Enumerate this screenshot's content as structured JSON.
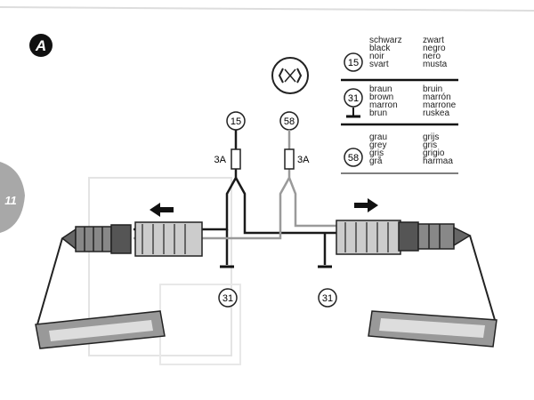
{
  "section_label": "A",
  "page_tab": "11",
  "terminals": {
    "t15": "15",
    "t58": "58",
    "ground_left": "31",
    "ground_right": "31"
  },
  "fuses": {
    "left": "3A",
    "right": "3A"
  },
  "legend": [
    {
      "terminal": "15",
      "col1": [
        "schwarz",
        "black",
        "noir",
        "svart"
      ],
      "col2": [
        "zwart",
        "negro",
        "nero",
        "musta"
      ]
    },
    {
      "terminal": "31",
      "col1": [
        "braun",
        "brown",
        "marron",
        "brun"
      ],
      "col2": [
        "bruin",
        "marrón",
        "marrone",
        "ruskea"
      ]
    },
    {
      "terminal": "58",
      "col1": [
        "grau",
        "grey",
        "gris",
        "grå"
      ],
      "col2": [
        "grijs",
        "gris",
        "grigio",
        "harmaa"
      ]
    }
  ],
  "colors": {
    "black_wire": "#1a1a1a",
    "grey_wire": "#9a9a9a",
    "tab": "#a8a8a8"
  }
}
